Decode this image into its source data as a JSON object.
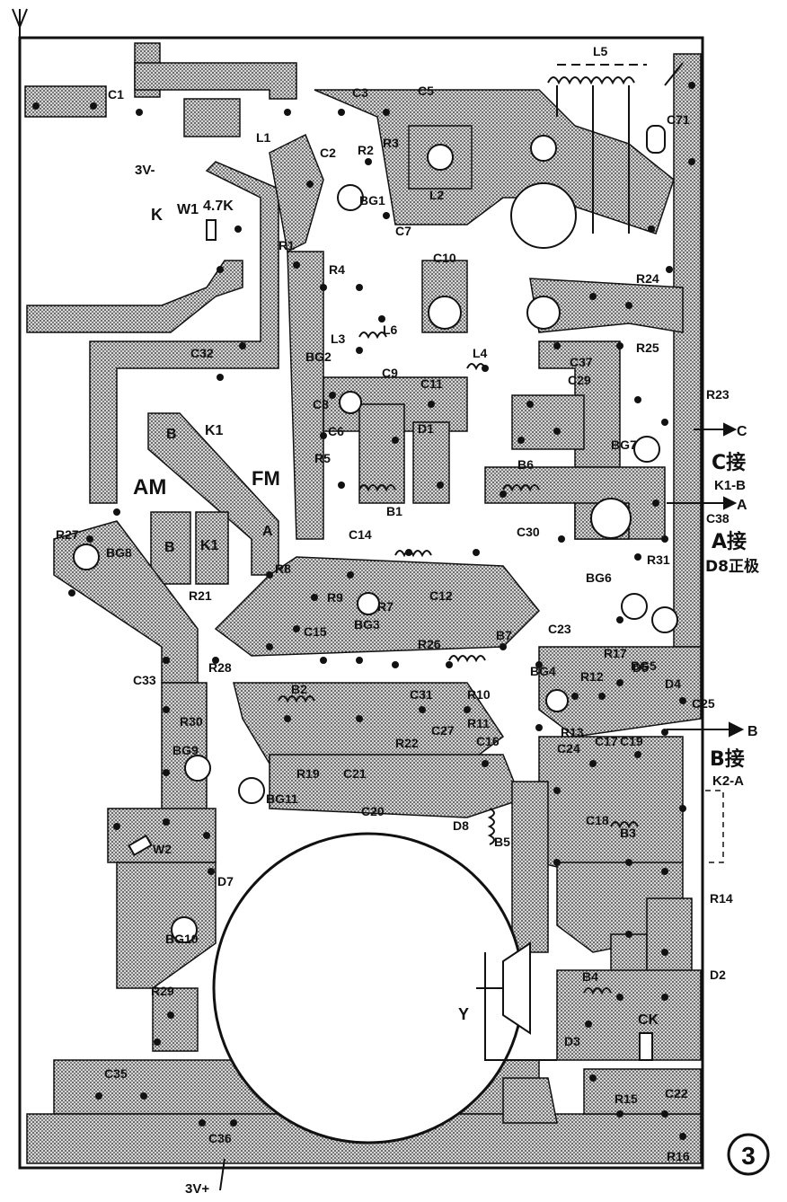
{
  "figure_number": "3",
  "supply": {
    "positive": "3V+",
    "negative": "3V-"
  },
  "sections": {
    "am": "AM",
    "fm": "FM"
  },
  "switch": {
    "k": "K",
    "k1": "K1",
    "k2": "K2",
    "w1": "W1",
    "w1_value": "4.7K",
    "w2": "W2"
  },
  "pads": {
    "b1": "B",
    "b2": "B",
    "a": "A"
  },
  "connections": {
    "c": {
      "label": "C",
      "note": "C接",
      "target": "K1-B"
    },
    "a": {
      "label": "A",
      "note": "A接",
      "target": "D8正极"
    },
    "b": {
      "label": "B",
      "note": "B接",
      "target": "K2-A"
    }
  },
  "speaker": "Y",
  "ck": "CK",
  "components": {
    "capacitors": [
      "C1",
      "C2",
      "C3",
      "C5",
      "C6",
      "C7",
      "C8",
      "C9",
      "C10",
      "C11",
      "C12",
      "C14",
      "C15",
      "C16",
      "C17",
      "C18",
      "C19",
      "C20",
      "C21",
      "C22",
      "C23",
      "C24",
      "C25",
      "C27",
      "C29",
      "C30",
      "C31",
      "C32",
      "C33",
      "C35",
      "C36",
      "C37",
      "C38",
      "C71"
    ],
    "resistors": [
      "R1",
      "R2",
      "R3",
      "R4",
      "R5",
      "R7",
      "R8",
      "R9",
      "R10",
      "R11",
      "R12",
      "R13",
      "R14",
      "R15",
      "R16",
      "R17",
      "R19",
      "R21",
      "R22",
      "R23",
      "R24",
      "R25",
      "R26",
      "R27",
      "R28",
      "R29",
      "R30",
      "R31"
    ],
    "transistors": [
      "BG1",
      "BG2",
      "BG3",
      "BG4",
      "BG5",
      "BG6",
      "BG7",
      "BG8",
      "BG9",
      "BG10",
      "BG11"
    ],
    "inductors": [
      "L1",
      "L2",
      "L3",
      "L4",
      "L5",
      "L6"
    ],
    "transformers": [
      "B1",
      "B2",
      "B3",
      "B4",
      "B5",
      "B6",
      "B7"
    ],
    "diodes": [
      "D1",
      "D2",
      "D3",
      "D4",
      "D5",
      "D7",
      "D8"
    ]
  }
}
